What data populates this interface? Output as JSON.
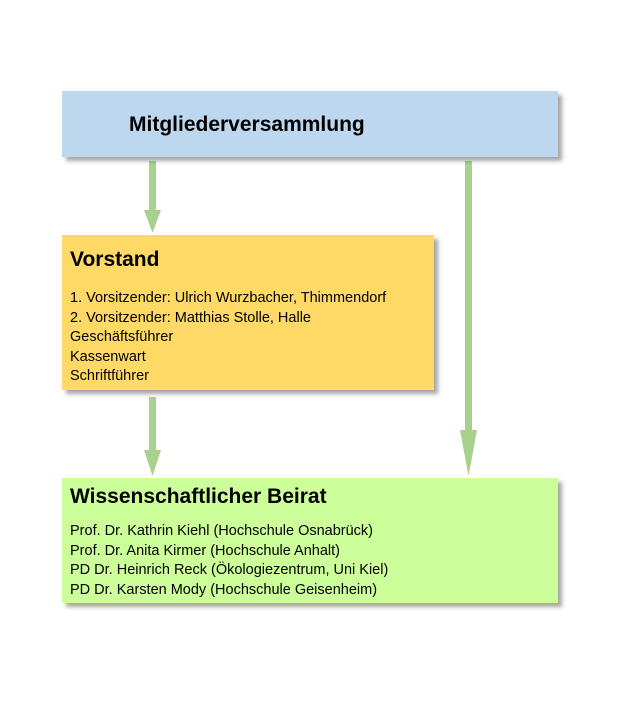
{
  "colors": {
    "top_box": "#bdd7ee",
    "middle_box": "#ffd966",
    "bottom_box": "#ccff99",
    "arrow": "#a9d18e"
  },
  "top_box": {
    "title": "Mitgliederversammlung"
  },
  "middle_box": {
    "title": "Vorstand",
    "lines": [
      "1. Vorsitzender: Ulrich Wurzbacher, Thimmendorf",
      "2. Vorsitzender: Matthias Stolle, Halle",
      "Geschäftsführer",
      "Kassenwart",
      "Schriftführer"
    ]
  },
  "bottom_box": {
    "title": "Wissenschaftlicher Beirat",
    "lines": [
      "Prof. Dr. Kathrin Kiehl (Hochschule  Osnabrück)",
      "Prof. Dr. Anita Kirmer (Hochschule Anhalt)",
      "PD Dr. Heinrich Reck (Ökologiezentrum,  Uni Kiel)",
      "PD Dr. Karsten Mody (Hochschule  Geisenheim)"
    ]
  }
}
